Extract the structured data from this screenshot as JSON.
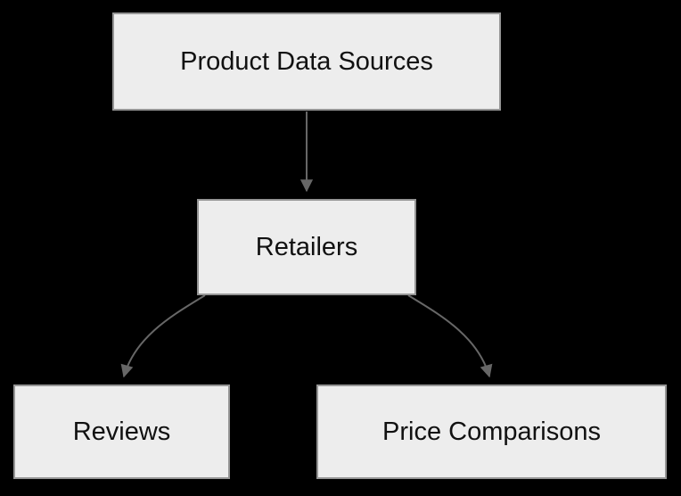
{
  "diagram": {
    "type": "flowchart",
    "nodes": {
      "product_data_sources": {
        "label": "Product Data Sources"
      },
      "retailers": {
        "label": "Retailers"
      },
      "reviews": {
        "label": "Reviews"
      },
      "price_comparisons": {
        "label": "Price Comparisons"
      }
    },
    "edges": [
      {
        "from": "Product Data Sources",
        "to": "Retailers"
      },
      {
        "from": "Retailers",
        "to": "Reviews"
      },
      {
        "from": "Retailers",
        "to": "Price Comparisons"
      }
    ],
    "colors": {
      "background": "#000000",
      "node_fill": "#ededed",
      "node_border": "#959595",
      "edge": "#676767",
      "text": "#111111"
    }
  }
}
